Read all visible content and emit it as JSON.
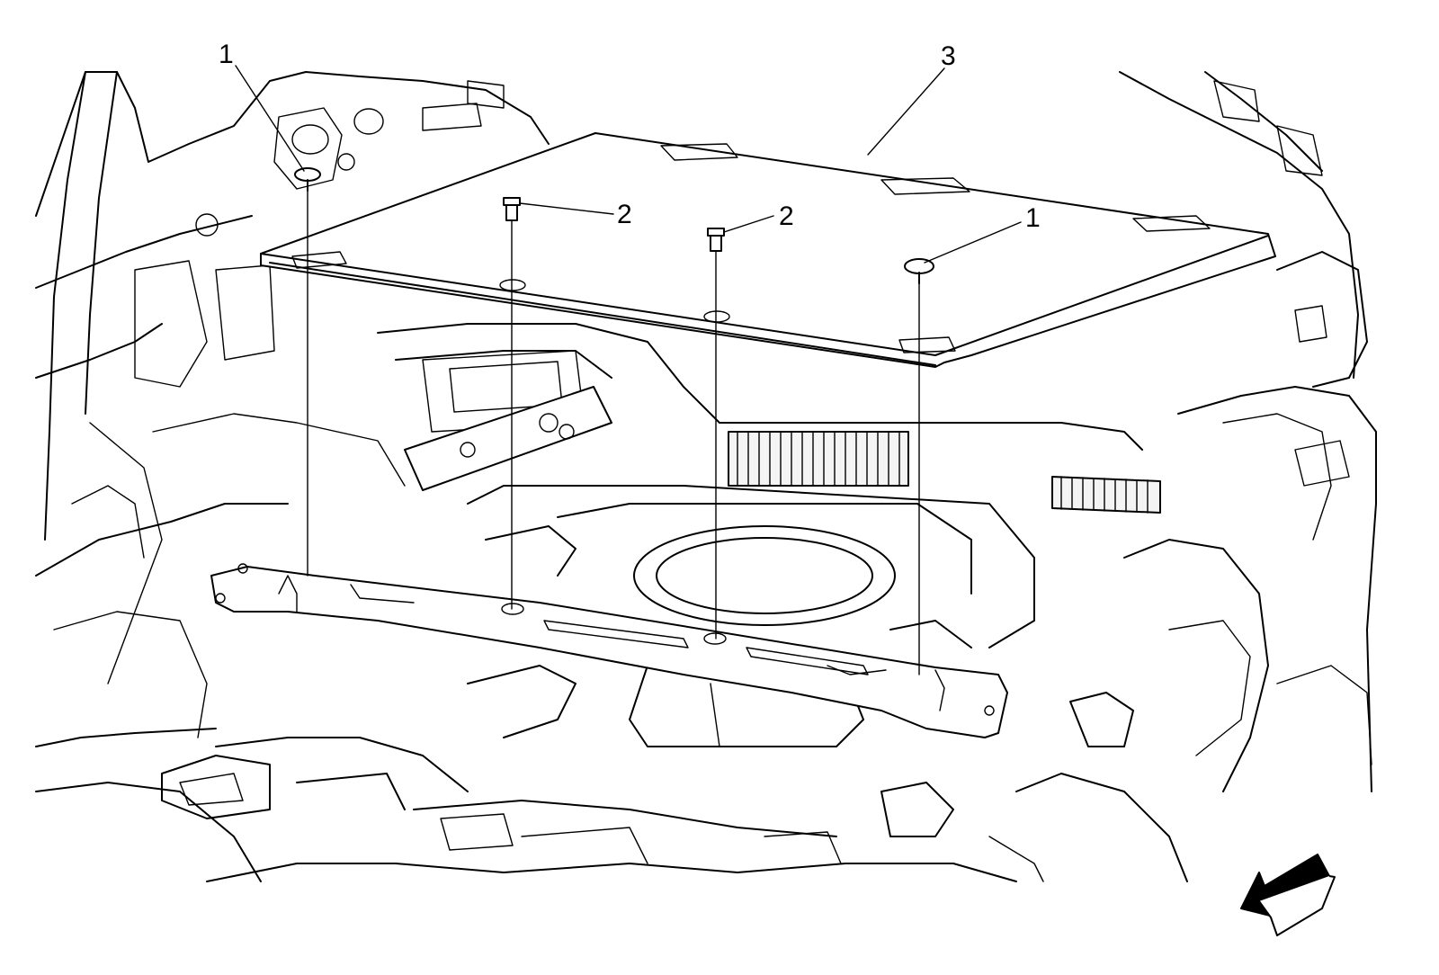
{
  "callouts": [
    {
      "id": "left-push-pin",
      "label": "1"
    },
    {
      "id": "right-push-pin",
      "label": "1"
    },
    {
      "id": "left-screw",
      "label": "2"
    },
    {
      "id": "right-screw",
      "label": "2"
    },
    {
      "id": "panel",
      "label": "3"
    }
  ],
  "icons": {
    "orientation_arrow": "view-direction-arrow-icon"
  }
}
